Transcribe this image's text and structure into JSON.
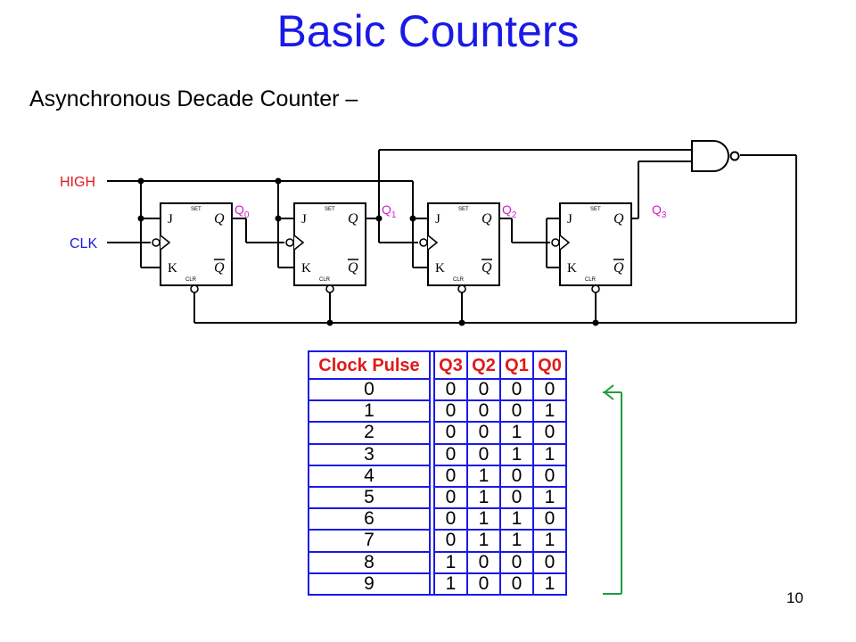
{
  "title": "Basic Counters",
  "subtitle": "Asynchronous Decade Counter –",
  "page_number": "10",
  "circuit": {
    "input_high": "HIGH",
    "input_clk": "CLK",
    "ff_pin_j": "J",
    "ff_pin_k": "K",
    "ff_pin_q": "Q",
    "ff_pin_qbar": "Q",
    "ff_set": "SET",
    "ff_clr": "CLR",
    "outputs": [
      "Q",
      "Q",
      "Q",
      "Q"
    ],
    "output_subscripts": [
      "0",
      "1",
      "2",
      "3"
    ],
    "colors": {
      "input_label": "#1a1ae6",
      "output_label": "#cc22cc",
      "high_label": "#e01a1a",
      "wire": "#000000"
    }
  },
  "truth_table": {
    "headers": [
      "Clock Pulse",
      "Q3",
      "Q2",
      "Q1",
      "Q0"
    ],
    "rows": [
      [
        "0",
        "0",
        "0",
        "0",
        "0"
      ],
      [
        "1",
        "0",
        "0",
        "0",
        "1"
      ],
      [
        "2",
        "0",
        "0",
        "1",
        "0"
      ],
      [
        "3",
        "0",
        "0",
        "1",
        "1"
      ],
      [
        "4",
        "0",
        "1",
        "0",
        "0"
      ],
      [
        "5",
        "0",
        "1",
        "0",
        "1"
      ],
      [
        "6",
        "0",
        "1",
        "1",
        "0"
      ],
      [
        "7",
        "0",
        "1",
        "1",
        "1"
      ],
      [
        "8",
        "1",
        "0",
        "0",
        "0"
      ],
      [
        "9",
        "1",
        "0",
        "0",
        "1"
      ]
    ],
    "colors": {
      "border": "#1a1ae6",
      "header_text": "#e01a1a",
      "recycle_arrow": "#1e9e3a"
    }
  }
}
